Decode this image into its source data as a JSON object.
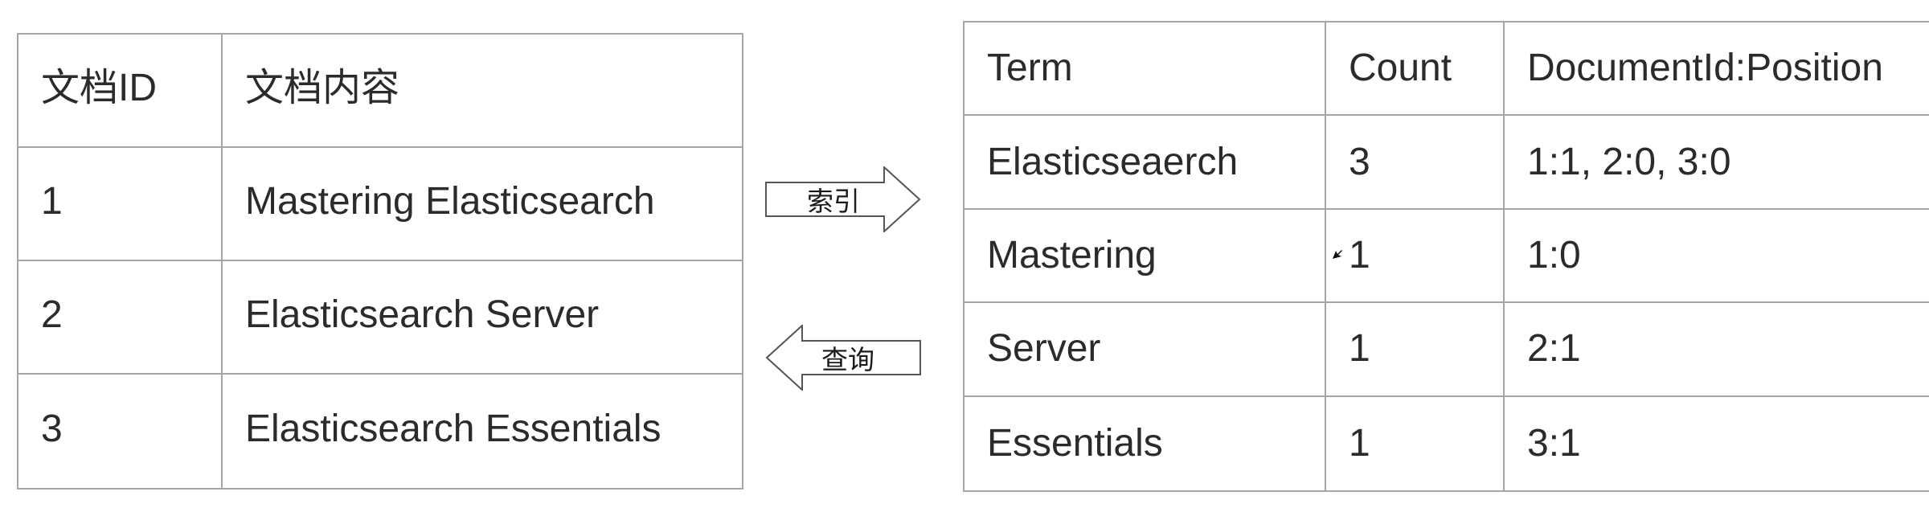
{
  "documents_table": {
    "headers": [
      "文档ID",
      "文档内容"
    ],
    "rows": [
      [
        "1",
        "Mastering Elasticsearch"
      ],
      [
        "2",
        "Elasticsearch Server"
      ],
      [
        "3",
        "Elasticsearch Essentials"
      ]
    ]
  },
  "arrows": {
    "index_label": "索引",
    "query_label": "查询"
  },
  "index_table": {
    "headers": [
      "Term",
      "Count",
      "DocumentId:Position"
    ],
    "rows": [
      [
        "Elasticseaerch",
        "3",
        "1:1, 2:0, 3:0"
      ],
      [
        "Mastering",
        "1",
        "1:0"
      ],
      [
        "Server",
        "1",
        "2:1"
      ],
      [
        "Essentials",
        "1",
        "3:1"
      ]
    ]
  },
  "icons": {
    "cursor": "mouse-cursor-icon"
  },
  "colors": {
    "text": "#2b2b2b",
    "border": "#a6a6a6",
    "background": "#ffffff"
  }
}
